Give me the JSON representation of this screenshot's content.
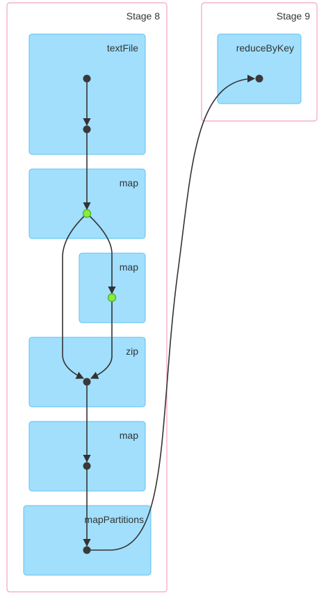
{
  "stages": [
    {
      "id": "stage-8",
      "label": "Stage 8"
    },
    {
      "id": "stage-9",
      "label": "Stage 9"
    }
  ],
  "operations": [
    {
      "id": "op-textfile",
      "label": "textFile"
    },
    {
      "id": "op-map-1",
      "label": "map"
    },
    {
      "id": "op-map-2",
      "label": "map"
    },
    {
      "id": "op-zip",
      "label": "zip"
    },
    {
      "id": "op-map-3",
      "label": "map"
    },
    {
      "id": "op-mappartitions",
      "label": "mapPartitions"
    },
    {
      "id": "op-reducebykey",
      "label": "reduceByKey"
    }
  ],
  "colors": {
    "stage_border": "#f3a5b8",
    "operation_fill": "#a1dffd",
    "operation_border": "#5fc2ef",
    "rdd_node": "#3a3a3a",
    "cached_rdd_node": "#8bea43",
    "edge": "#333333"
  }
}
